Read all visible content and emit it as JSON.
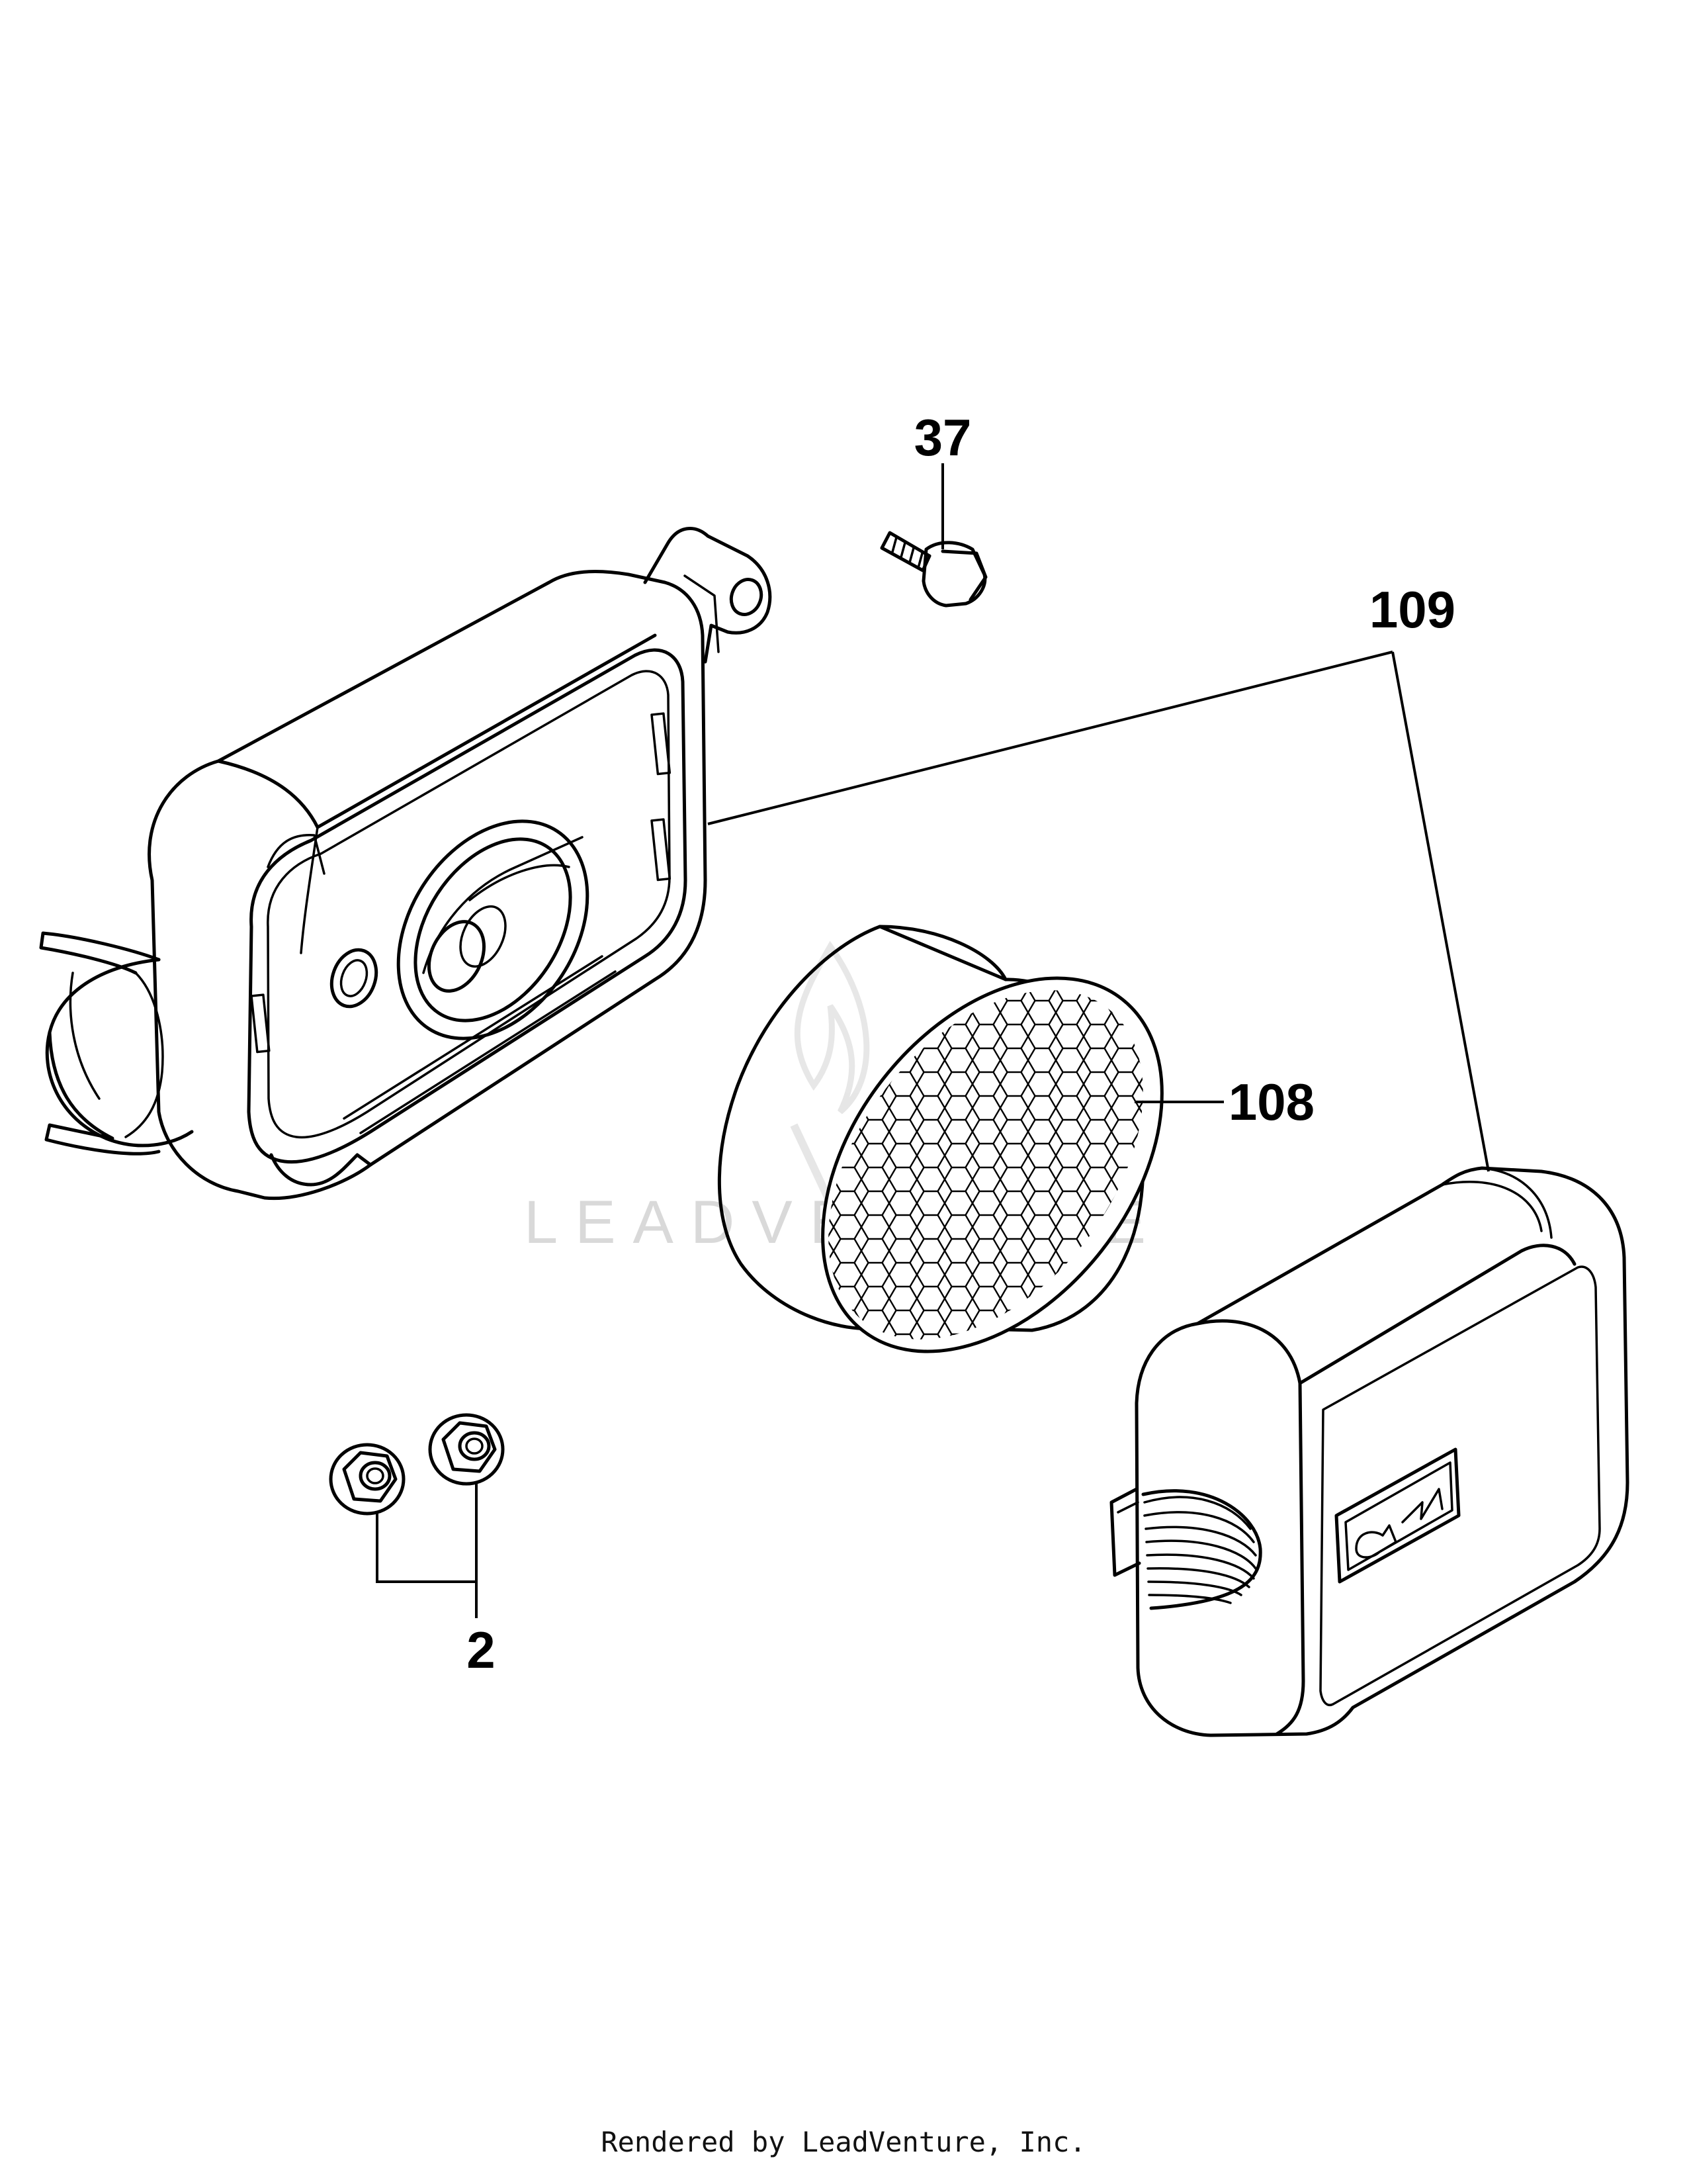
{
  "callouts": {
    "bolt": "37",
    "assembly": "109",
    "filter": "108",
    "nuts": "2"
  },
  "watermark": "LEADVENTURE",
  "footer": "Rendered by LeadVenture, Inc.",
  "colors": {
    "line": "#000000",
    "watermark": "#d9d9d9",
    "background": "#ffffff"
  }
}
